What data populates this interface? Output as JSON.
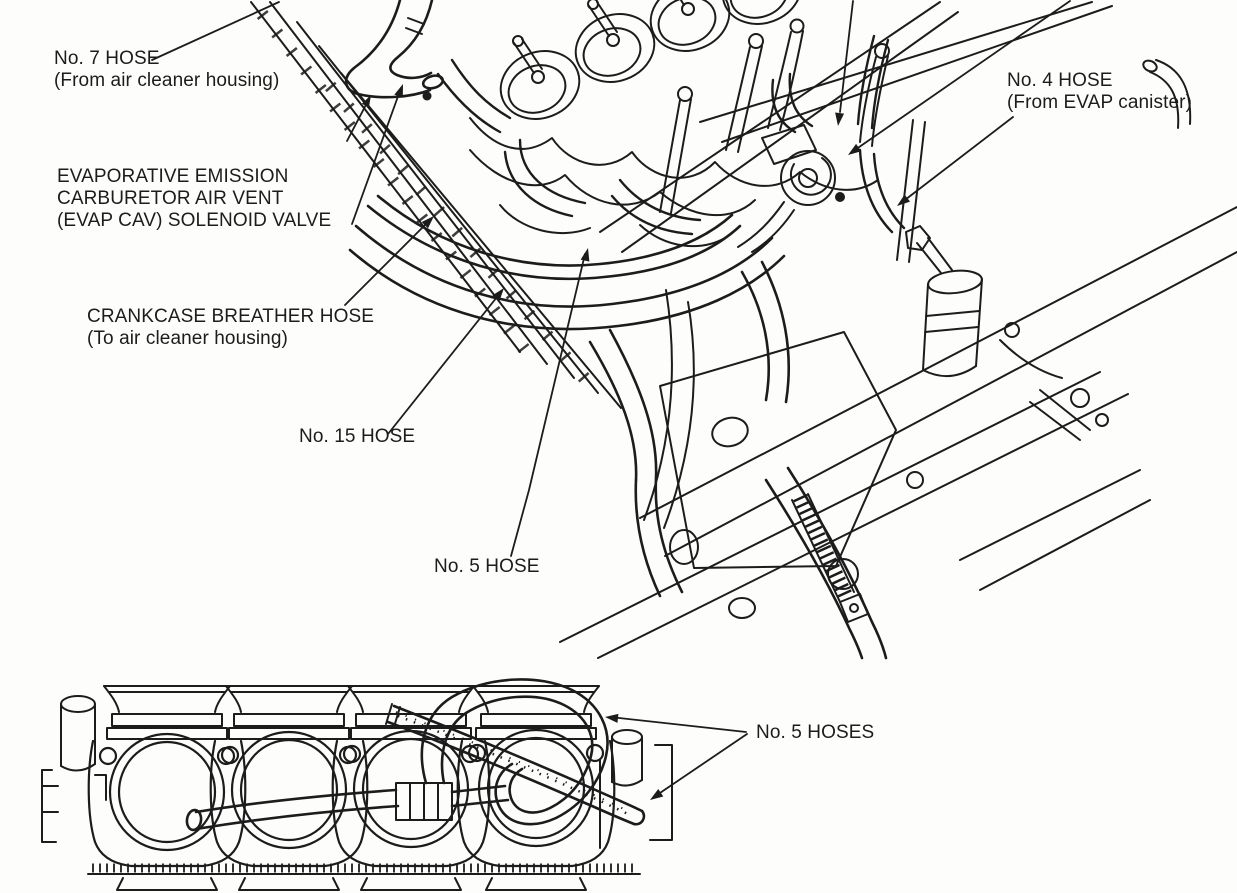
{
  "page": {
    "background": "#fdfdfc",
    "ink": "#1c1c1c",
    "description": "Service-manual emission hose routing diagram"
  },
  "labels": {
    "no7_hose": {
      "title": "No. 7 HOSE",
      "subtitle": "(From air cleaner housing)"
    },
    "evap_cav_solenoid_valve": {
      "line1": "EVAPORATIVE EMISSION",
      "line2": "CARBURETOR AIR VENT",
      "line3": "(EVAP CAV) SOLENOID VALVE"
    },
    "crankcase_breather_hose": {
      "title": "CRANKCASE BREATHER HOSE",
      "subtitle": "(To air cleaner housing)"
    },
    "no15_hose": {
      "title": "No. 15 HOSE"
    },
    "no5_hose": {
      "title": "No. 5 HOSE"
    },
    "no4_hose": {
      "title": "No. 4 HOSE",
      "subtitle": "(From EVAP canister)"
    },
    "no5_hoses": {
      "title": "No. 5 HOSES"
    }
  }
}
